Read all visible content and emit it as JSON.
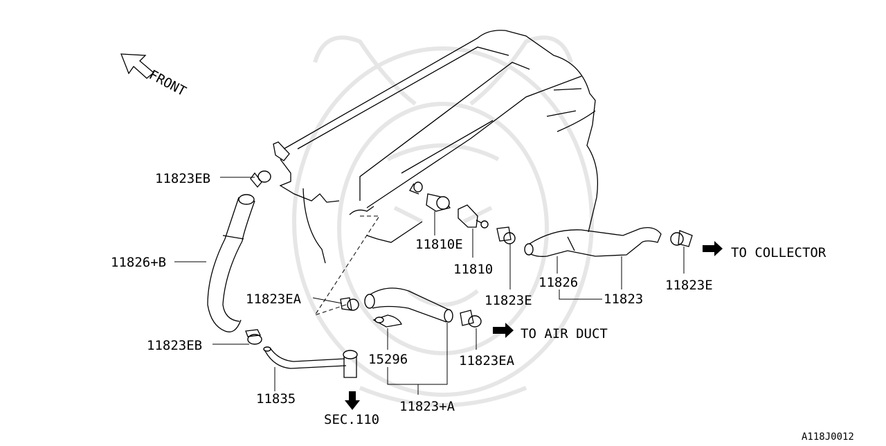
{
  "labels": {
    "front": "FRONT",
    "p_11823EB_top": "11823EB",
    "p_11826B": "11826+B",
    "p_11823EA_left": "11823EA",
    "p_11823EB_bottom": "11823EB",
    "p_11835": "11835",
    "p_sec110": "SEC.110",
    "p_15296": "15296",
    "p_11823A": "11823+A",
    "p_11823EA_right": "11823EA",
    "p_to_air_duct": "TO AIR DUCT",
    "p_11810E": "11810E",
    "p_11810": "11810",
    "p_11823E_mid": "11823E",
    "p_11826": "11826",
    "p_11823": "11823",
    "p_11823E_right": "11823E",
    "p_to_collector": "TO COLLECTOR",
    "figure_code": "A118J0012"
  },
  "colors": {
    "ink": "#000000",
    "watermark": "#e6e6e6",
    "background": "#ffffff"
  }
}
